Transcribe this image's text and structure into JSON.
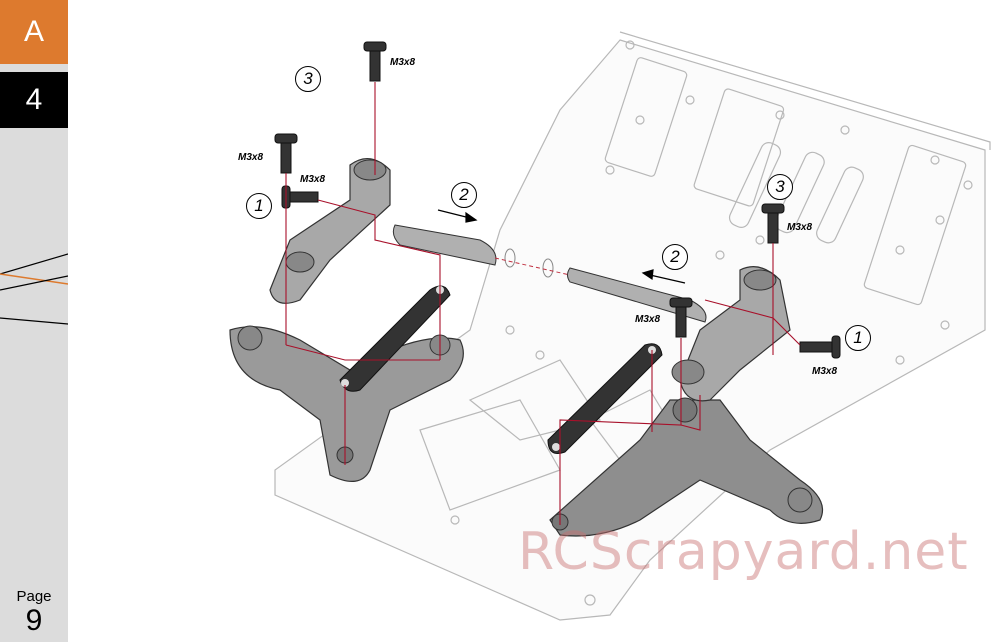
{
  "sidebar": {
    "section_letter": "A",
    "step_number": "4",
    "page_label": "Page",
    "page_number": "9",
    "accent_color": "#dd7a2e"
  },
  "callouts": {
    "screw_top": "M3x8",
    "screw_left_vertical": "M3x8",
    "screw_left_side": "M3x8",
    "screw_right_vertical": "M3x8",
    "screw_right_mid": "M3x8",
    "screw_right_side": "M3x8"
  },
  "steps": {
    "step_1_left": "1",
    "step_1_right": "1",
    "step_2_left": "2",
    "step_2_right": "2",
    "step_3_left": "3",
    "step_3_right": "3"
  },
  "watermark": "RCScrapyard.net"
}
